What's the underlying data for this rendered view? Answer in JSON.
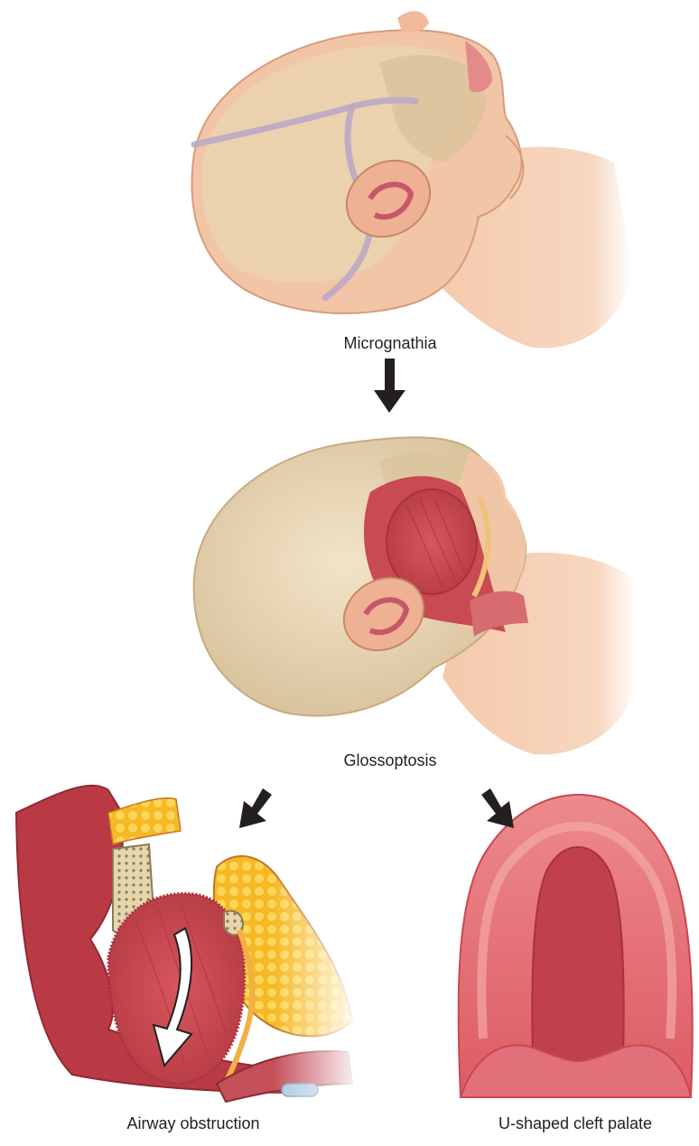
{
  "captions": {
    "micrognathia": "Micrognathia",
    "glossoptosis": "Glossoptosis",
    "airway_obstruction": "Airway obstruction",
    "cleft_palate": "U-shaped cleft palate"
  },
  "colors": {
    "skin": "#f2c5a6",
    "skin_shade": "#e4a98a",
    "skull": "#d9c39b",
    "suture": "#b9a7c8",
    "muscle": "#c8464f",
    "muscle_dark": "#9e2a34",
    "fat": "#f6bf2a",
    "palate": "#e2676f",
    "arrow": "#231f20"
  }
}
